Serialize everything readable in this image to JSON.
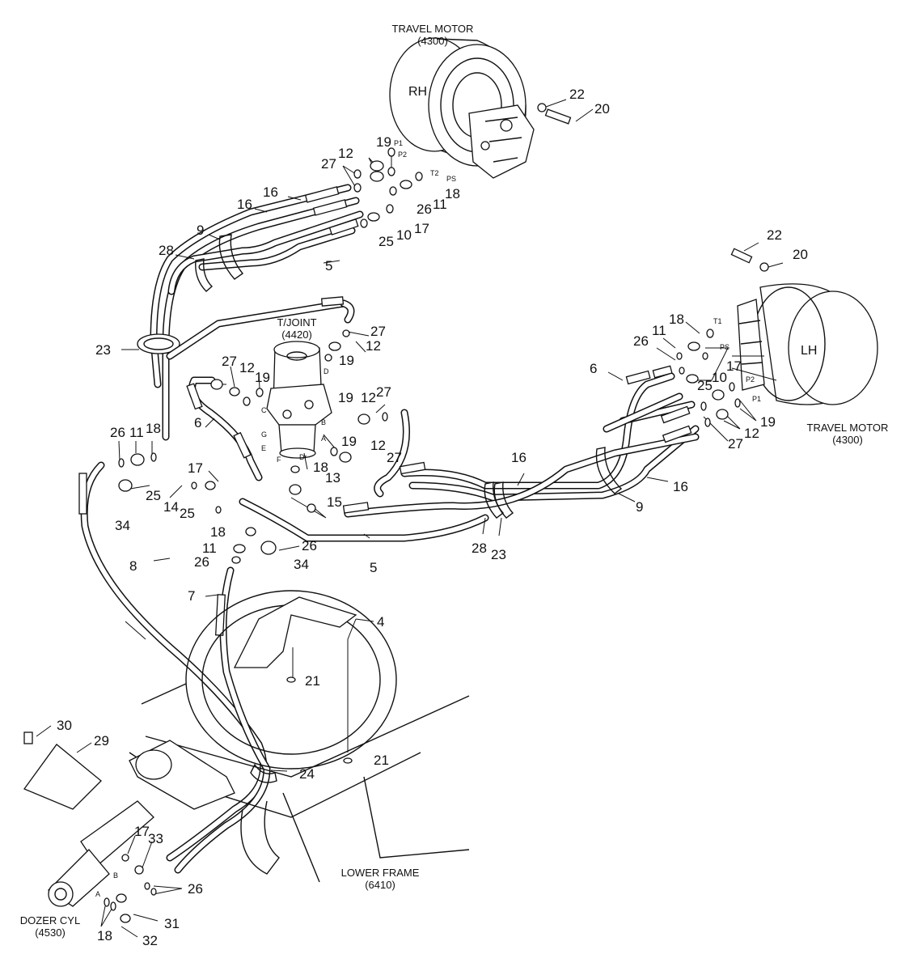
{
  "captions": {
    "travel_motor_rh_title": "TRAVEL MOTOR",
    "travel_motor_rh_code": "(4300)",
    "rh": "RH",
    "travel_motor_lh_title": "TRAVEL MOTOR",
    "travel_motor_lh_code": "(4300)",
    "lh": "LH",
    "tjoint_title": "T/JOINT",
    "tjoint_code": "(4420)",
    "lower_frame_title": "LOWER FRAME",
    "lower_frame_code": "(6410)",
    "dozer_cyl_title": "DOZER CYL",
    "dozer_cyl_code": "(4530)"
  },
  "port_labels": {
    "p1_rh": "P1",
    "p2_rh": "P2",
    "t2_rh": "T2",
    "ps_rh": "PS",
    "t1_lh": "T1",
    "ps_lh": "PS",
    "p2_lh": "P2",
    "p1_lh": "P1",
    "tj_d": "D",
    "tj_c": "C",
    "tj_b": "B",
    "tj_a": "A",
    "tj_g": "G",
    "tj_e": "E",
    "tj_f": "F",
    "tj_dr": "Dr",
    "cyl_a": "A",
    "cyl_b": "B"
  },
  "callouts": {
    "c22a": "22",
    "c20a": "20",
    "c19a": "19",
    "c12a": "12",
    "c27a": "27",
    "c16a": "16",
    "c16b": "16",
    "c18a": "18",
    "c11a": "11",
    "c26a": "26",
    "c17a": "17",
    "c10a": "10",
    "c25a": "25",
    "c9a": "9",
    "c28a": "28",
    "c5a": "5",
    "c23a": "23",
    "c27b": "27",
    "c12b": "12",
    "c19b": "19",
    "c27c": "27",
    "c12c": "12",
    "c19c": "19",
    "c19d": "19",
    "c12d": "12",
    "c27d": "27",
    "c6a": "6",
    "c26b": "26",
    "c11b": "11",
    "c18b": "18",
    "c17b": "17",
    "c25b": "25",
    "c14a": "14",
    "c25c": "25",
    "c34a": "34",
    "c19e": "19",
    "c12e": "12",
    "c27e": "27",
    "c18c": "18",
    "c13a": "13",
    "c15a": "15",
    "c26c": "26",
    "c18d": "18",
    "c11c": "11",
    "c26d": "26",
    "c34b": "34",
    "c5b": "5",
    "c28b": "28",
    "c23b": "23",
    "c16c": "16",
    "c9b": "9",
    "c16d": "16",
    "c22b": "22",
    "c20b": "20",
    "c18e": "18",
    "c11d": "11",
    "c26e": "26",
    "c10b": "10",
    "c25d": "25",
    "c17c": "17",
    "c6b": "6",
    "c19f": "19",
    "c27f": "27",
    "c12f": "12",
    "c8a": "8",
    "c7a": "7",
    "c4a": "4",
    "c21a": "21",
    "c21b": "21",
    "c24a": "24",
    "c30a": "30",
    "c29a": "29",
    "c17d": "17",
    "c33a": "33",
    "c26f": "26",
    "c31a": "31",
    "c18f": "18",
    "c32a": "32"
  }
}
